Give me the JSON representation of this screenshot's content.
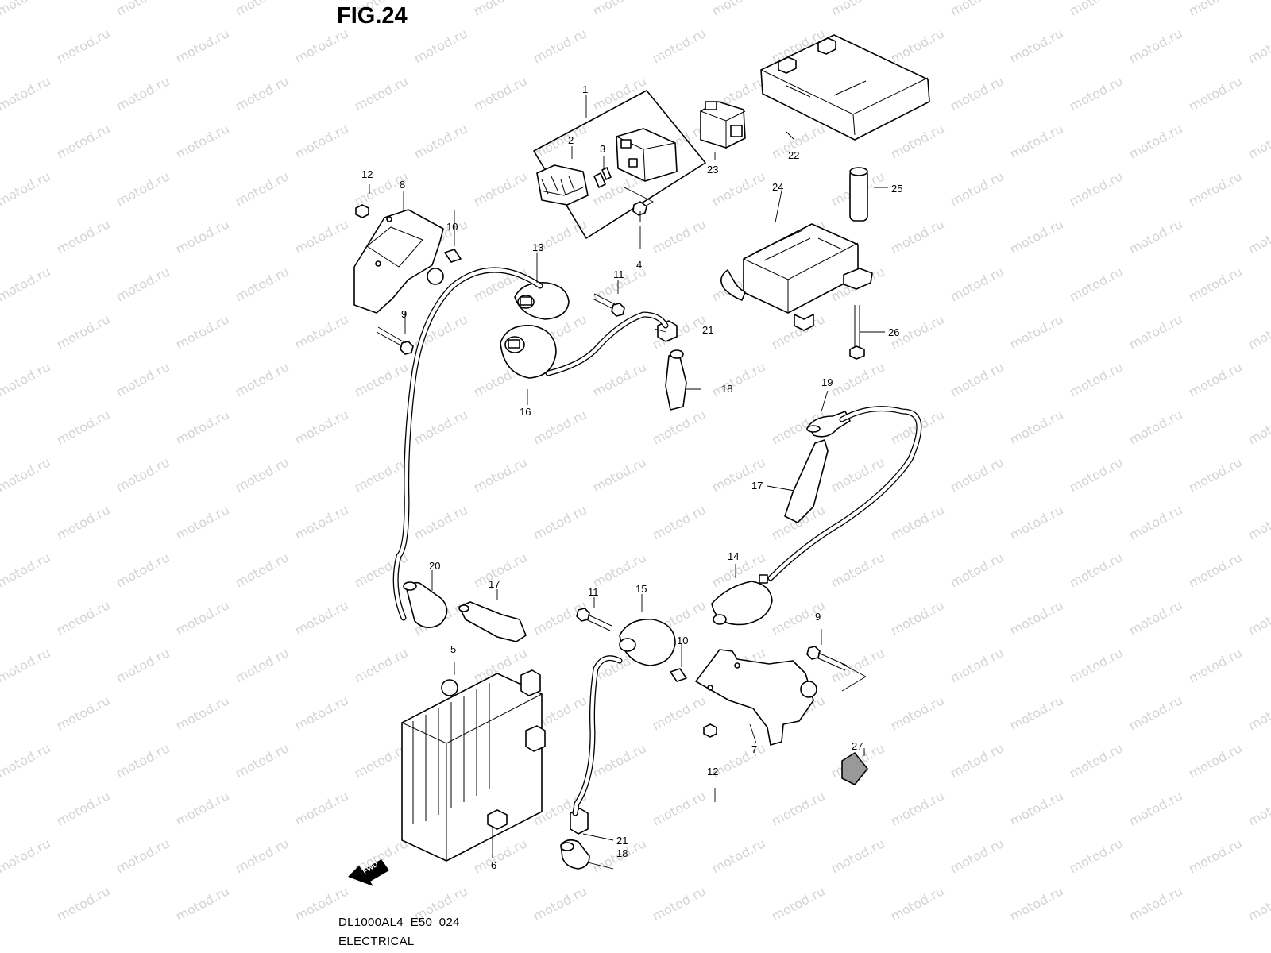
{
  "figure_title": "FIG.24",
  "model_code": "DL1000AL4_E50_024",
  "section": "ELECTRICAL",
  "watermark": "motod.ru",
  "fwd_label": "FWD",
  "callouts": {
    "c1": "1",
    "c2": "2",
    "c3": "3",
    "c4": "4",
    "c5": "5",
    "c6": "6",
    "c7": "7",
    "c8": "8",
    "c9a": "9",
    "c9b": "9",
    "c10a": "10",
    "c10b": "10",
    "c11a": "11",
    "c11b": "11",
    "c12a": "12",
    "c12b": "12",
    "c13": "13",
    "c14": "14",
    "c15": "15",
    "c16": "16",
    "c17a": "17",
    "c17b": "17",
    "c18a": "18",
    "c18b": "18",
    "c19": "19",
    "c20": "20",
    "c21a": "21",
    "c21b": "21",
    "c22": "22",
    "c23": "23",
    "c24": "24",
    "c25": "25",
    "c26": "26",
    "c27": "27"
  }
}
